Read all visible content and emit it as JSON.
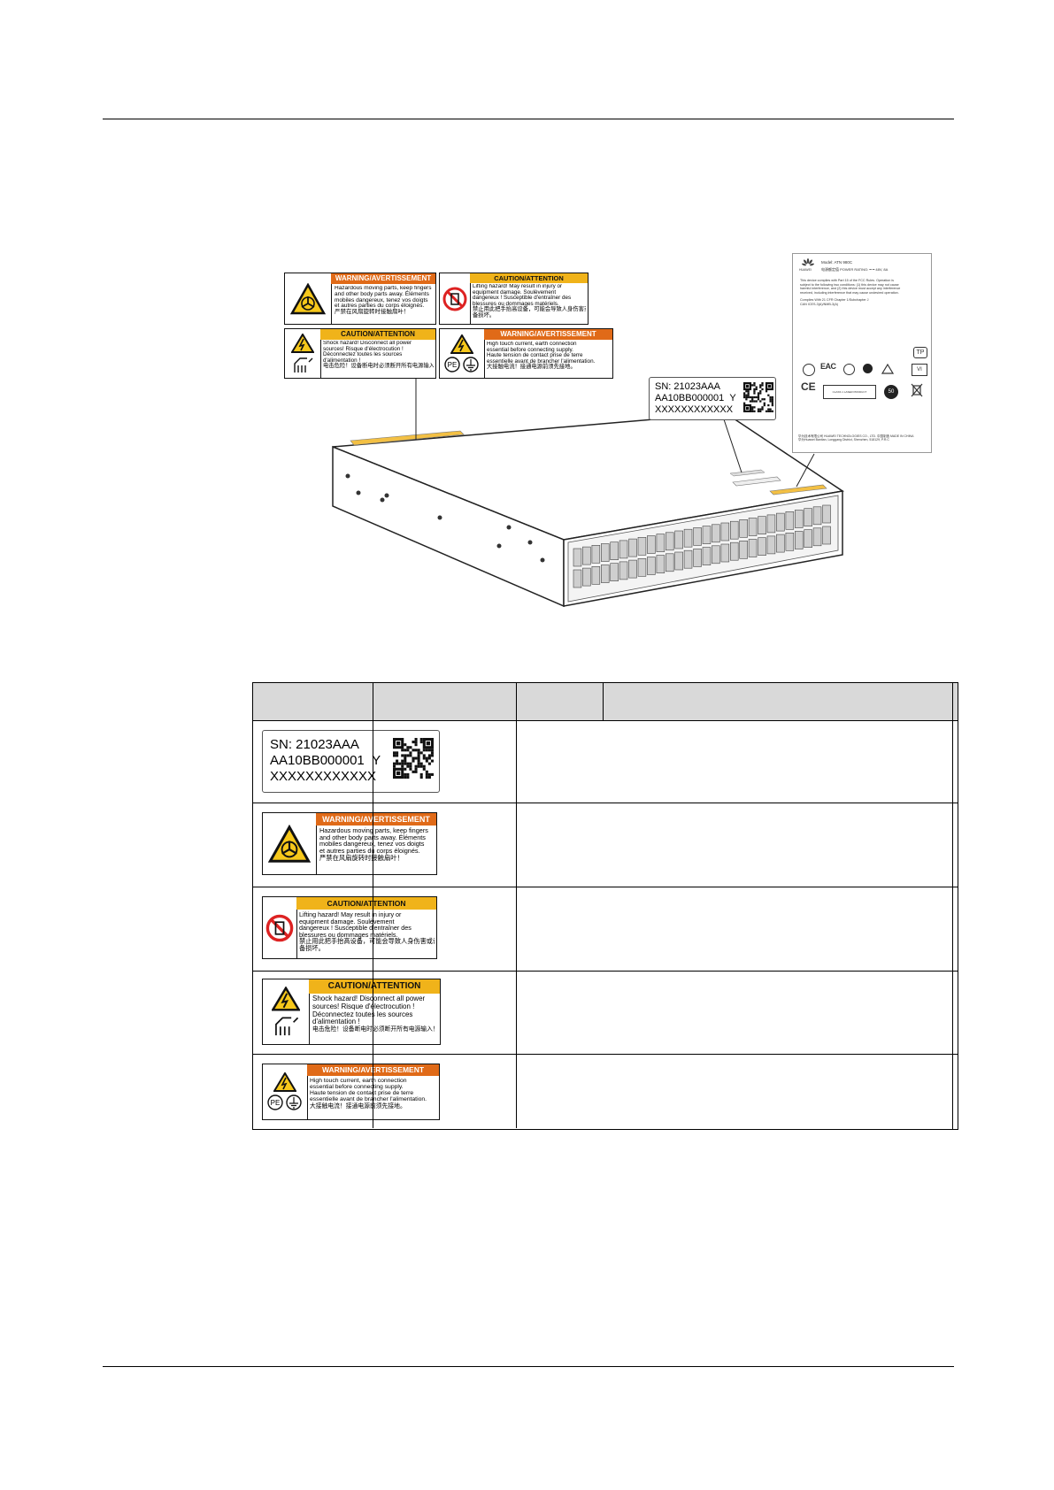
{
  "sn_label": {
    "line1": "SN: 21023AAA",
    "line2": "AA10BB000001",
    "line2_suffix": "Y",
    "line3": "XXXXXXXXXXXX"
  },
  "labels": {
    "fan": {
      "header": "WARNING/AVERTISSEMENT",
      "lines": [
        "Hazardous moving parts, keep fingers",
        "and other body parts away. Éléments",
        "mobiles dangereux, tenez vos doigts",
        "et autres parties du corps éloignés.",
        "严禁在风扇旋转时接触扇叶！"
      ]
    },
    "lifting": {
      "header": "CAUTION/ATTENTION",
      "lines": [
        "Lifting hazard! May result in injury or",
        "equipment damage. Soulèvement",
        "dangereux ! Susceptible d'entraîner des",
        "blessures ou dommages matériels.",
        "禁止用此把手抬高设备，可能会导致人身伤害或设",
        "备损坏。"
      ]
    },
    "shock": {
      "header": "CAUTION/ATTENTION",
      "lines": [
        "Shock hazard! Disconnect all power",
        "sources! Risque d'électrocution !",
        "Déconnectez toutes les sources",
        "d'alimentation !",
        "电击危险！设备断电时必须断开所有电源输入！"
      ]
    },
    "touch": {
      "header": "WARNING/AVERTISSEMENT",
      "lines": [
        "High touch current, earth connection",
        "essential before connecting supply.",
        "Haute tension de contact prise de terre",
        "essentielle avant de brancher l'alimentation.",
        "大接触电流！接通电源前须先接地。"
      ]
    }
  },
  "nameplate": {
    "model": "Model: ATN 980C",
    "power_line": "电源额定值 POWER RATING: ━ ━ 48V, 8A",
    "brand": "HUAWEI",
    "fcc_text": [
      "This device complies with Part 15 of the FCC Rules. Operation is",
      "subject to the following two conditions: (1) this device may not cause",
      "harmful interference, and (2) this device must accept any interference",
      "received, including interference that may cause undesired operation."
    ],
    "comply_text": [
      "Complies With 21 CFR Chapter 1/Subchapter J",
      "CAN ICES-3(A)/NMB-3(A)"
    ],
    "footer_text": [
      "华为技术有限公司 HUAWEI TECHNOLOGIES CO., LTD.   中国制造 MADE IN CHINA",
      "华为Huawei Bantian, Longgang District, Shenzhen, 518129, P.R.C"
    ],
    "marks": {
      "ce": "CE",
      "eac": "EAC",
      "tp": "TP",
      "fifty": "50",
      "vi": "VI",
      "box_text": "CLASS 1 LASER PRODUCT"
    }
  }
}
